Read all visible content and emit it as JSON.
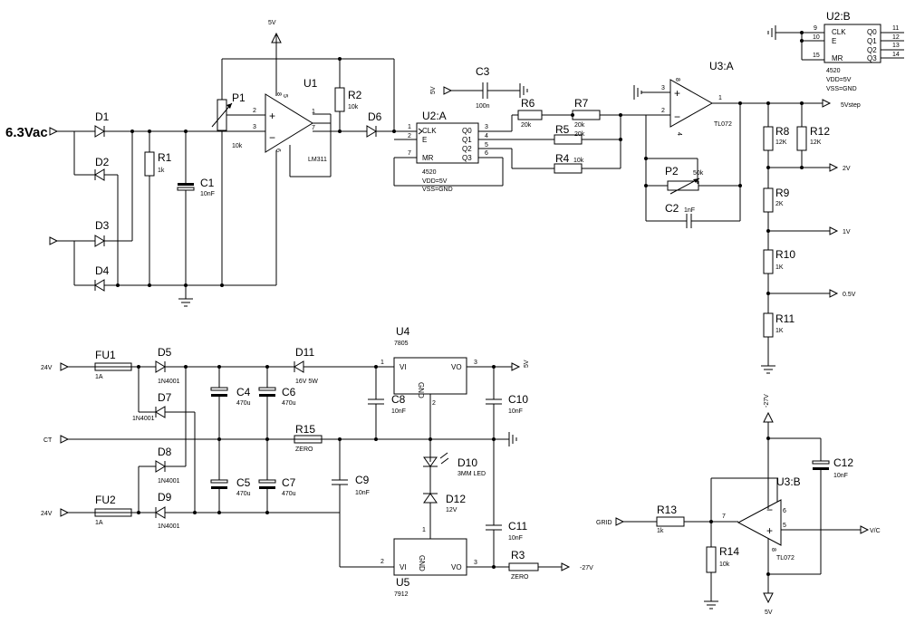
{
  "labels": {
    "in_63": "6.3Vac",
    "v5_top": "5V",
    "v5_c3": "5V",
    "d1": "D1",
    "d2": "D2",
    "d3": "D3",
    "d4": "D4",
    "r1": "R1",
    "r1v": "1k",
    "c1": "C1",
    "c1v": "10nF",
    "p1": "P1",
    "p1v": "10k",
    "u1": "U1",
    "u1p": "LM311",
    "r2": "R2",
    "r2v": "10k",
    "d6": "D6",
    "u2a": "U2:A",
    "u2p": "4520",
    "u2vdd": "VDD=5V",
    "u2vss": "VSS=GND",
    "clk": "CLK",
    "e": "E",
    "mr": "MR",
    "q0": "Q0",
    "q1": "Q1",
    "q2": "Q2",
    "q3": "Q3",
    "c3": "C3",
    "c3v": "100n",
    "r6": "R6",
    "r6v": "20k",
    "r7": "R7",
    "r7v": "20k",
    "r7v2": "20k",
    "r5": "R5",
    "r4": "R4",
    "r4v": "10k",
    "u3a": "U3:A",
    "u3p": "TL072",
    "p2": "P2",
    "p2v": "50k",
    "c2": "C2",
    "c2v": "1nF",
    "u2b": "U2:B",
    "u2bp": "4520",
    "u2bvdd": "VDD=5V",
    "u2bvss": "VSS=GND",
    "r8": "R8",
    "r8v": "12K",
    "r12": "R12",
    "r12v": "12K",
    "r9": "R9",
    "r9v": "2K",
    "r10": "R10",
    "r10v": "1K",
    "r11": "R11",
    "r11v": "1K",
    "out_5vstep": "5Vstep",
    "out_2v": "2V",
    "out_1v": "1V",
    "out_05v": "0.5V",
    "in_24v_a": "24V",
    "in_ct": "CT",
    "in_24v_b": "24V",
    "fu1": "FU1",
    "fu1v": "1A",
    "fu2": "FU2",
    "fu2v": "1A",
    "d5": "D5",
    "d7": "D7",
    "d8": "D8",
    "d9": "D9",
    "n4001": "1N4001",
    "d11": "D11",
    "d11v": "16V 5W",
    "c4": "C4",
    "c5": "C5",
    "c6": "C6",
    "c7": "C7",
    "c470": "470u",
    "r15": "R15",
    "zero": "ZERO",
    "u4": "U4",
    "u4p": "7805",
    "vi": "VI",
    "vo": "VO",
    "gnd": "GND",
    "c8": "C8",
    "c9": "C9",
    "c10": "C10",
    "c11": "C11",
    "c10n": "10nF",
    "d10": "D10",
    "d10v": "3MM LED",
    "d12": "D12",
    "d12v": "12V",
    "u5": "U5",
    "u5p": "7912",
    "r3": "R3",
    "out_m27": "-27V",
    "out_5v_reg": "5V",
    "vm27": "-27V",
    "v5_bot": "5V",
    "c12": "C12",
    "c12v": "10nF",
    "u3b": "U3:B",
    "u3bp": "TL072",
    "grid": "GRID",
    "vc": "V/C",
    "r13": "R13",
    "r13v": "1k",
    "r14": "R14",
    "r14v": "10k"
  }
}
